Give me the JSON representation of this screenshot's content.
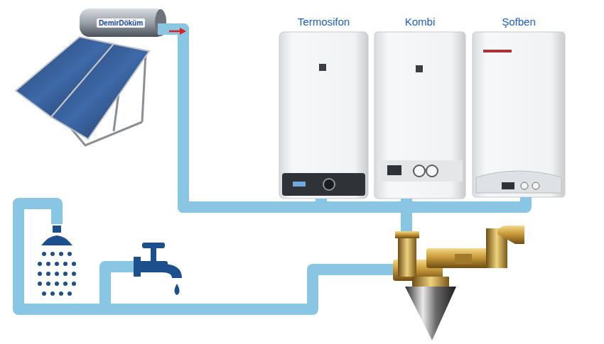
{
  "diagram": {
    "nodes": [
      {
        "text": [
          "DemirDöküm"
        ]
      },
      {
        "text": [
          "Termosifon"
        ]
      },
      {
        "text": [
          "Kombi"
        ]
      },
      {
        "text": [
          "Şofben"
        ]
      }
    ],
    "edges": [
      {
        "from": 0,
        "to": 1,
        "arrow": "none"
      },
      {
        "from": 0,
        "to": 2,
        "arrow": "none"
      },
      {
        "from": 0,
        "to": 3,
        "arrow": "none"
      }
    ]
  }
}
